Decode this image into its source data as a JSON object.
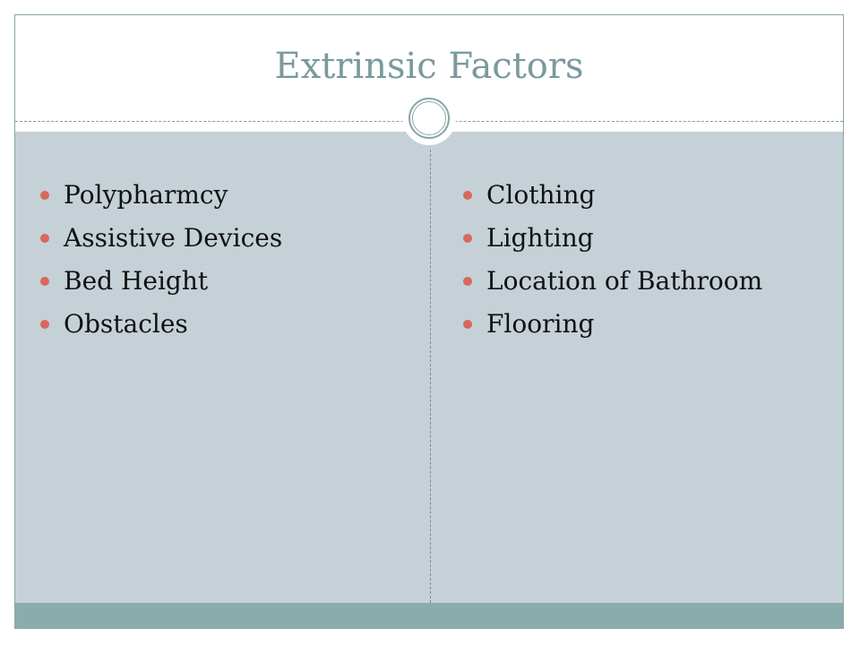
{
  "slide": {
    "title": "Extrinsic Factors",
    "left_column": {
      "items": [
        "Polypharmcy",
        "Assistive Devices",
        "Bed Height",
        "Obstacles"
      ]
    },
    "right_column": {
      "items": [
        "Clothing",
        "Lighting",
        "Location of Bathroom",
        "Flooring"
      ]
    }
  },
  "colors": {
    "title": "#7a9a9c",
    "content_background": "#c5d0d7",
    "bullet": "#d46a5a",
    "bottom_band": "#8aacad"
  },
  "icons": {
    "bullet": "circle-bullet-icon",
    "divider_ornament": "circle-ornament-icon"
  }
}
